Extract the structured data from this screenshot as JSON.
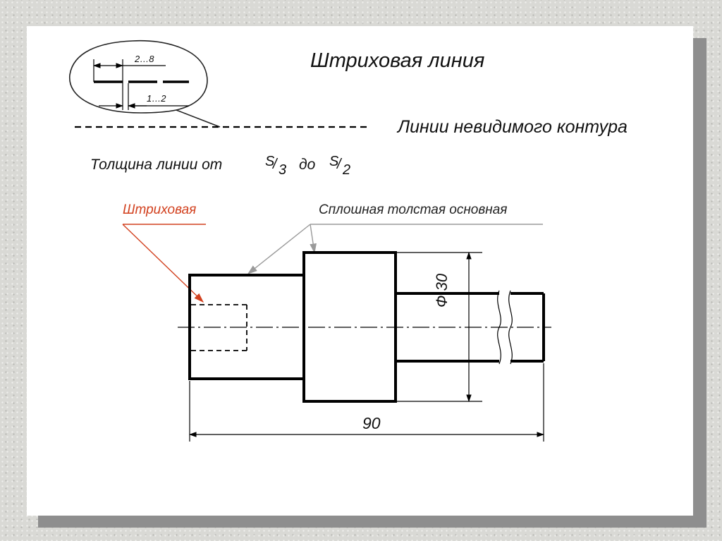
{
  "slide": {
    "title": "Штриховая линия",
    "line_name": "Линии невидимого контура",
    "thickness_prefix": "Толщина линии  от",
    "thickness_between": "до",
    "thickness_from": {
      "numerator": "S",
      "slash": "/",
      "denominator": "3"
    },
    "thickness_to": {
      "numerator": "S",
      "slash": "/",
      "denominator": "2"
    }
  },
  "callout": {
    "dash_length": "2…8",
    "gap_length": "1…2"
  },
  "drawing": {
    "label_dashed": "Штриховая",
    "label_solid": "Сплошная толстая основная",
    "dim_diameter": "Ф 30",
    "dim_length": "90"
  },
  "colors": {
    "accent": "#d2411f",
    "leader_gray": "#9a9a9a",
    "line": "#000000"
  }
}
